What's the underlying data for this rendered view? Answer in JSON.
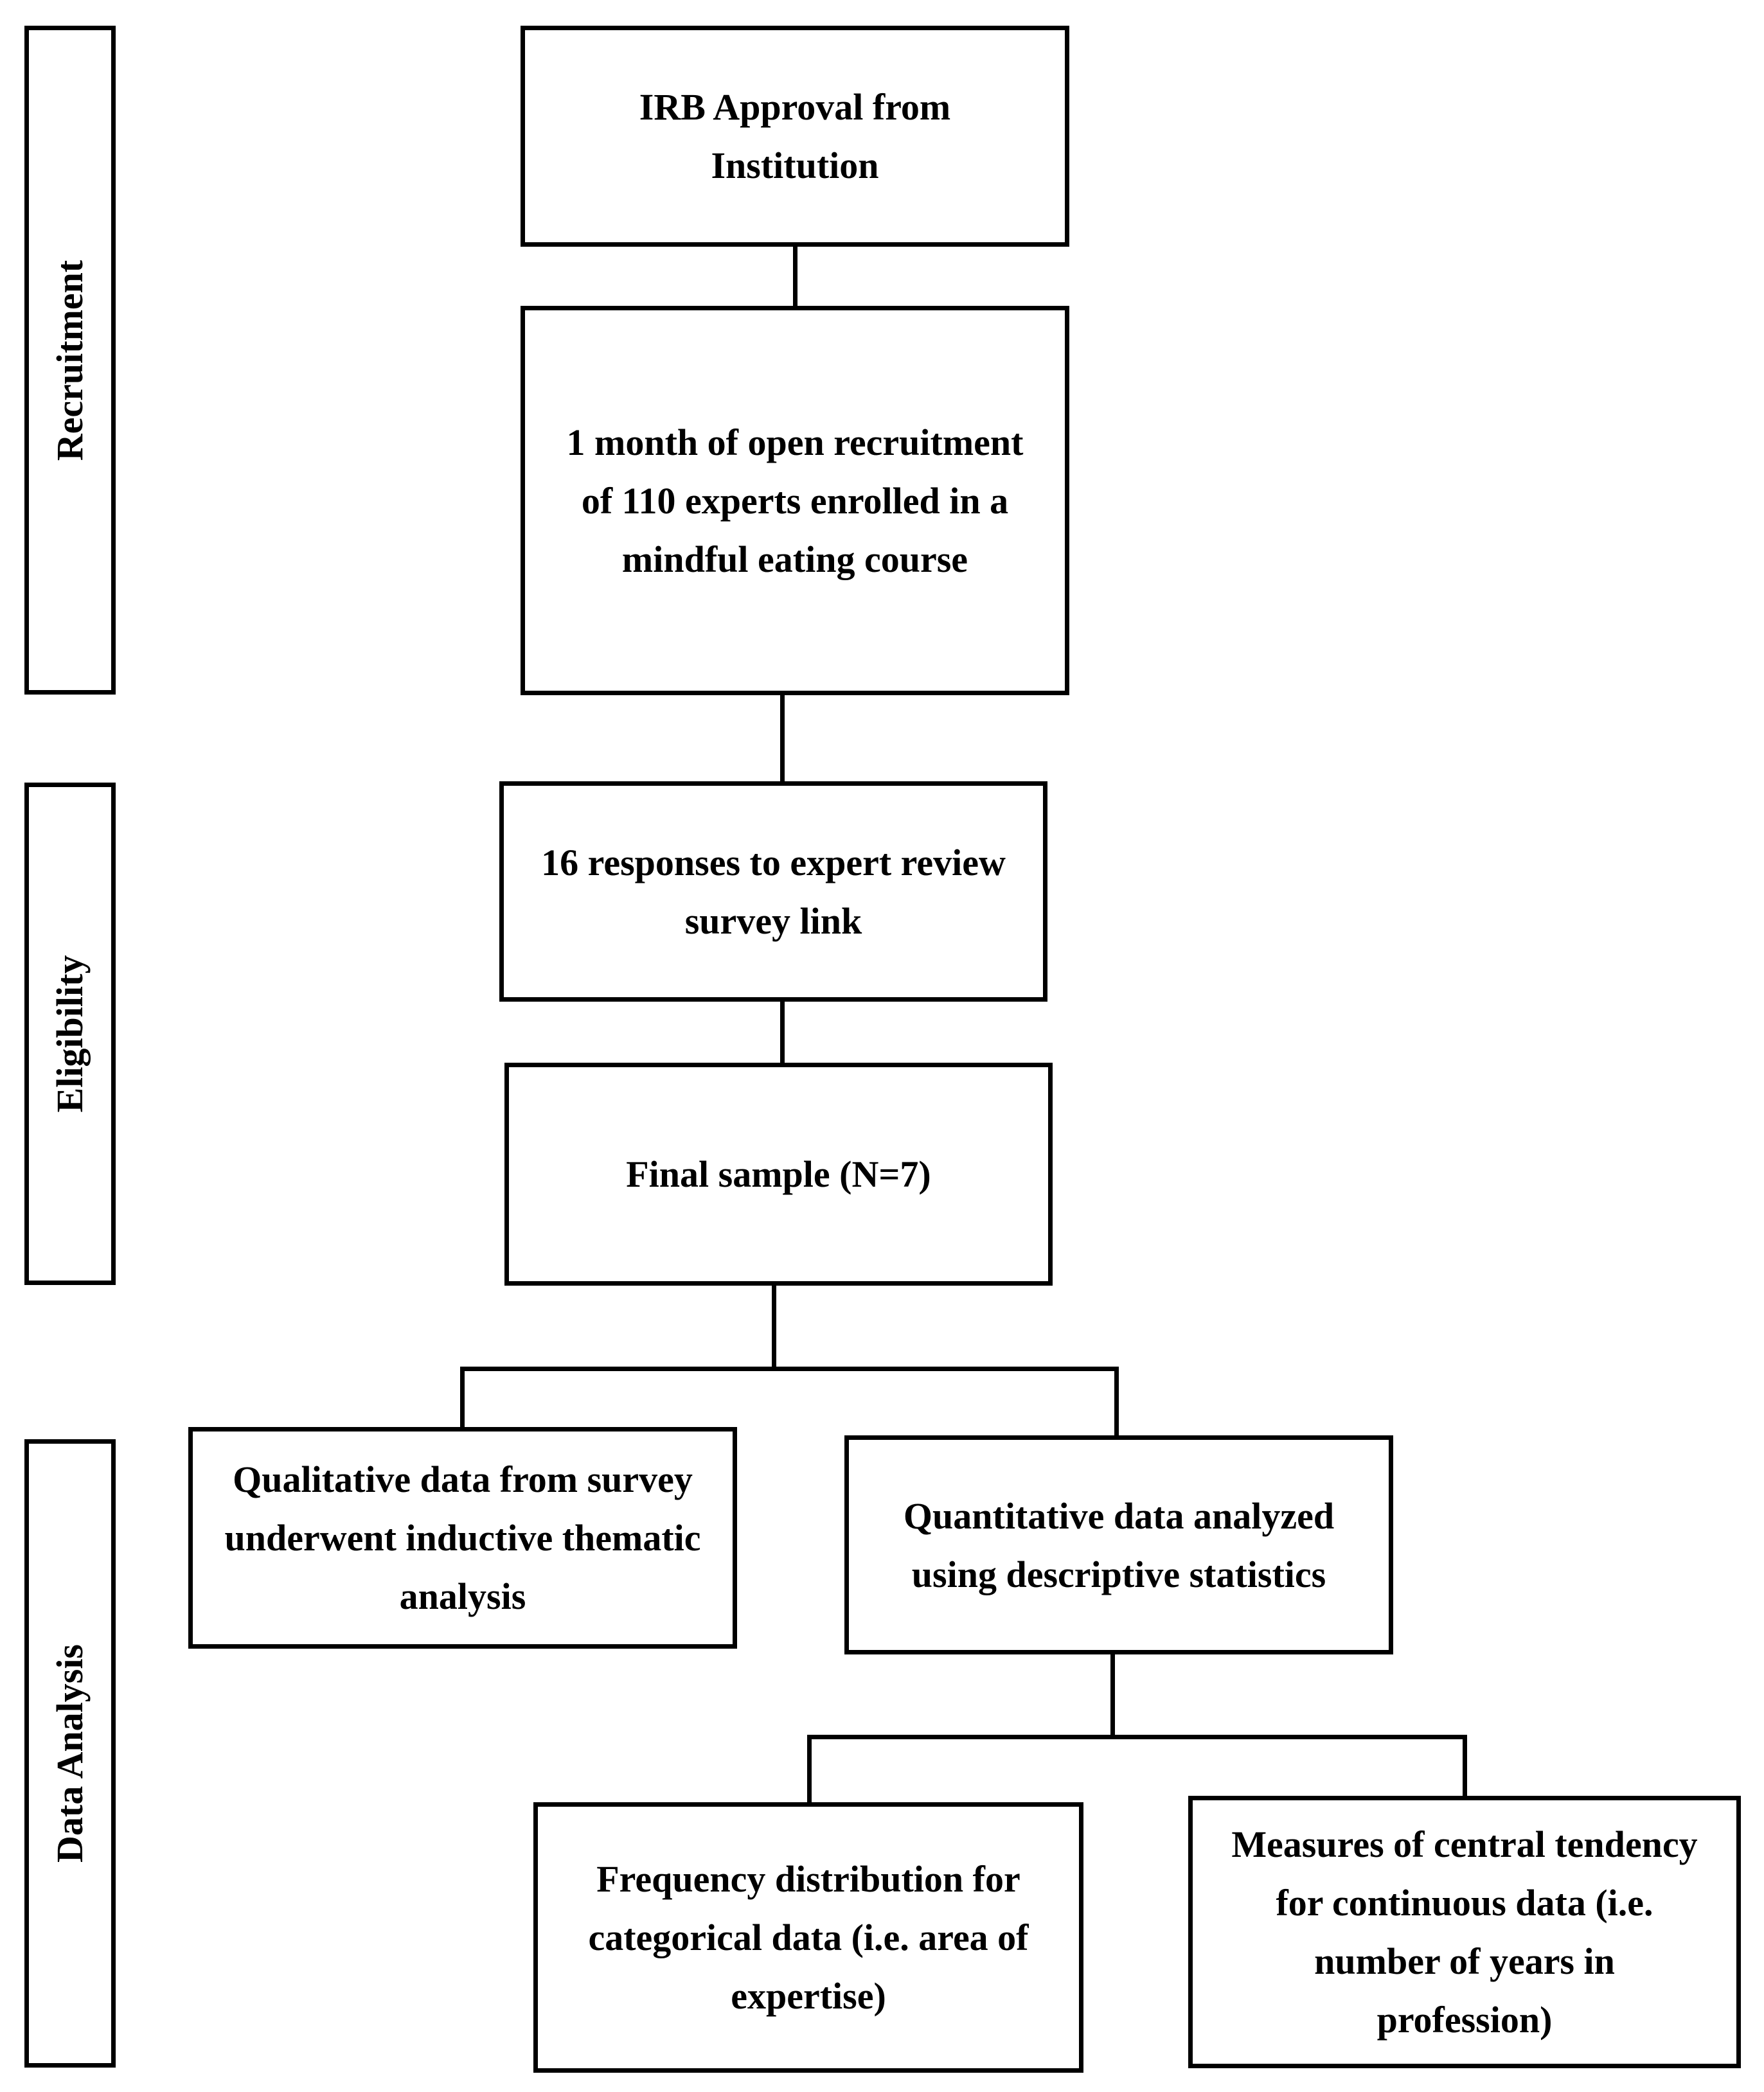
{
  "stages": {
    "recruitment": "Recruitment",
    "eligibility": "Eligibility",
    "data_analysis": "Data Analysis"
  },
  "nodes": {
    "irb": [
      "IRB Approval from",
      "Institution"
    ],
    "recruitment_open": [
      "1 month of open recruitment",
      "of 110 experts enrolled in a",
      "mindful eating course"
    ],
    "responses": [
      "16 responses to expert review",
      "survey link"
    ],
    "final_sample": [
      "Final sample (N=7)"
    ],
    "qualitative": [
      "Qualitative data from survey",
      "underwent inductive thematic",
      "analysis"
    ],
    "quantitative": [
      "Quantitative data analyzed",
      "using descriptive statistics"
    ],
    "frequency": [
      "Frequency distribution for",
      "categorical data (i.e. area of",
      "expertise)"
    ],
    "central_tendency": [
      "Measures of central tendency",
      "for continuous data (i.e.",
      "number of years in",
      "profession)"
    ]
  }
}
